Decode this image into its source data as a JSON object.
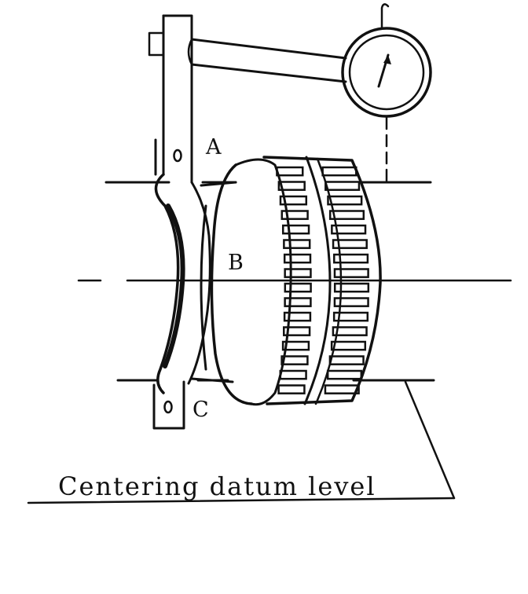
{
  "labels": {
    "point_a": "A",
    "point_b": "B",
    "point_c": "C"
  },
  "caption": "Centering datum level",
  "ink_color": "#111111"
}
